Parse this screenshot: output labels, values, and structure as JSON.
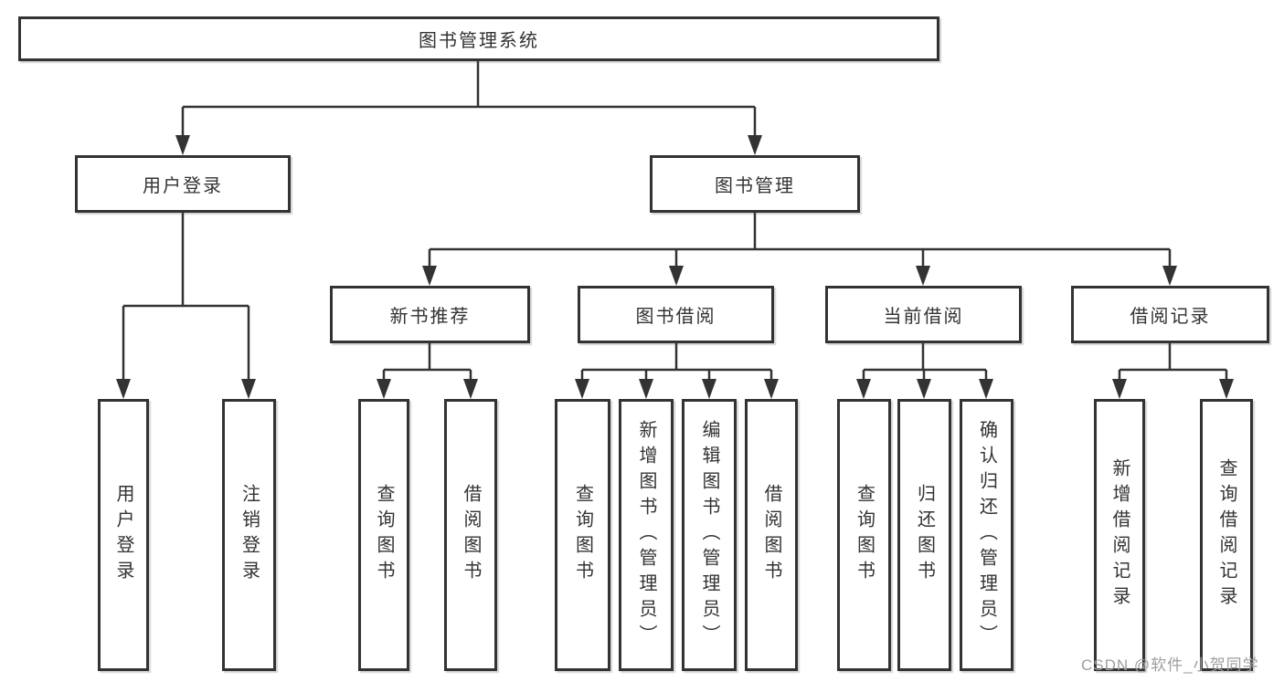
{
  "diagram": {
    "root": {
      "label": "图书管理系统"
    },
    "branches": {
      "user_login": {
        "label": "用户登录",
        "children": [
          "用户登录",
          "注销登录"
        ]
      },
      "book_management": {
        "label": "图书管理",
        "sections": {
          "new_book": {
            "label": "新书推荐",
            "children": [
              "查询图书",
              "借阅图书"
            ]
          },
          "book_borrow": {
            "label": "图书借阅",
            "children": [
              "查询图书",
              "新增图书（管理员）",
              "编辑图书（管理员）",
              "借阅图书"
            ]
          },
          "current_borrow": {
            "label": "当前借阅",
            "children": [
              "查询图书",
              "归还图书",
              "确认归还（管理员）"
            ]
          },
          "borrow_record": {
            "label": "借阅记录",
            "children": [
              "新增借阅记录",
              "查询借阅记录"
            ]
          }
        }
      }
    }
  },
  "watermark": {
    "text": "CSDN @软件_小贺同学"
  },
  "colors": {
    "line": "#333333",
    "box_border": "#333333",
    "text": "#333333",
    "background": "#ffffff",
    "watermark": "#9e9e9e"
  }
}
